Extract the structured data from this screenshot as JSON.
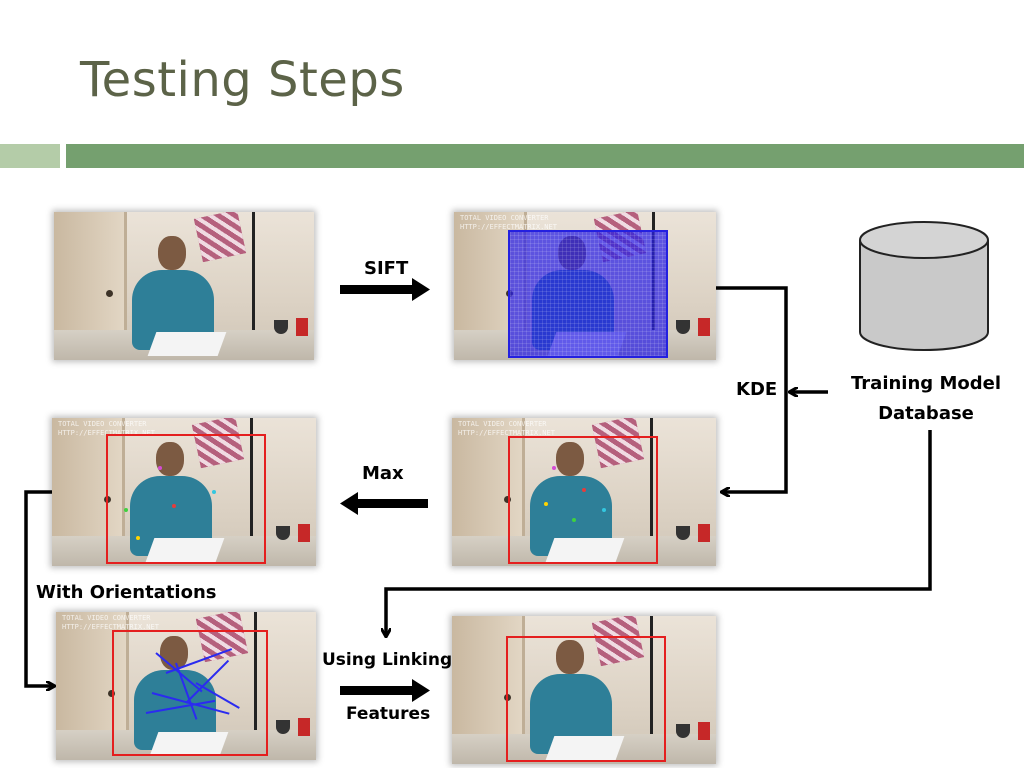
{
  "slide": {
    "title": "Testing Steps"
  },
  "labels": {
    "sift": "SIFT",
    "kde": "KDE",
    "max": "Max",
    "with_orientations": "With Orientations",
    "using_linking": "Using Linking",
    "features": "Features",
    "training_model_line1": "Training Model",
    "training_model_line2": "Database"
  },
  "frame_overlay_text": {
    "line1": "TOTAL VIDEO CONVERTER",
    "line2": "HTTP://EFFECTMATRIX.NET"
  },
  "colors": {
    "title": "#5c6348",
    "accent_bar": "#75a06f",
    "accent_bar_light": "#b4cca8",
    "bounding_box": "#e41f1f",
    "feature_fill": "#2420e0"
  }
}
